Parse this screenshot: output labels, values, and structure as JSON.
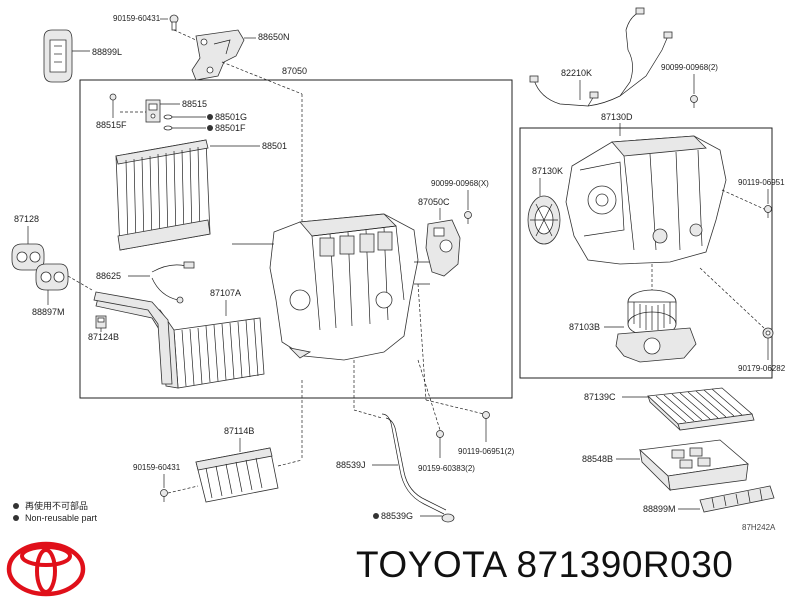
{
  "labels": {
    "p90159_60431_top": "90159-60431",
    "p88650N": "88650N",
    "p88899L": "88899L",
    "p87050": "87050",
    "p88515": "88515",
    "p88501G": "88501G",
    "p88515F": "88515F",
    "p88501F": "88501F",
    "p88501": "88501",
    "p87128": "87128",
    "p88625": "88625",
    "p87107A": "87107A",
    "p88897M": "88897M",
    "p87124B": "87124B",
    "p82210K": "82210K",
    "p90099_00968_2": "90099-00968(2)",
    "p87130D": "87130D",
    "p90099_00968_X": "90099-00968(X)",
    "p87050C": "87050C",
    "p87130K": "87130K",
    "p90119_06951": "90119-06951",
    "p87103B": "87103B",
    "p90179_06282": "90179-06282",
    "p87139C": "87139C",
    "p87114B": "87114B",
    "p90159_60431_bot": "90159-60431",
    "p88539J": "88539J",
    "p90119_06951_2": "90119-06951(2)",
    "p90159_60383_2": "90159-60383(2)",
    "p88548B": "88548B",
    "p88899M": "88899M",
    "p88539G": "88539G"
  },
  "legend": {
    "non_reusable_jp": "再使用不可部品",
    "non_reusable_en": "Non-reusable part"
  },
  "ref_code": "87H242A",
  "brand": {
    "name": "TOYOTA",
    "part_number": "871390R030",
    "logo_color": "#e0101a"
  }
}
